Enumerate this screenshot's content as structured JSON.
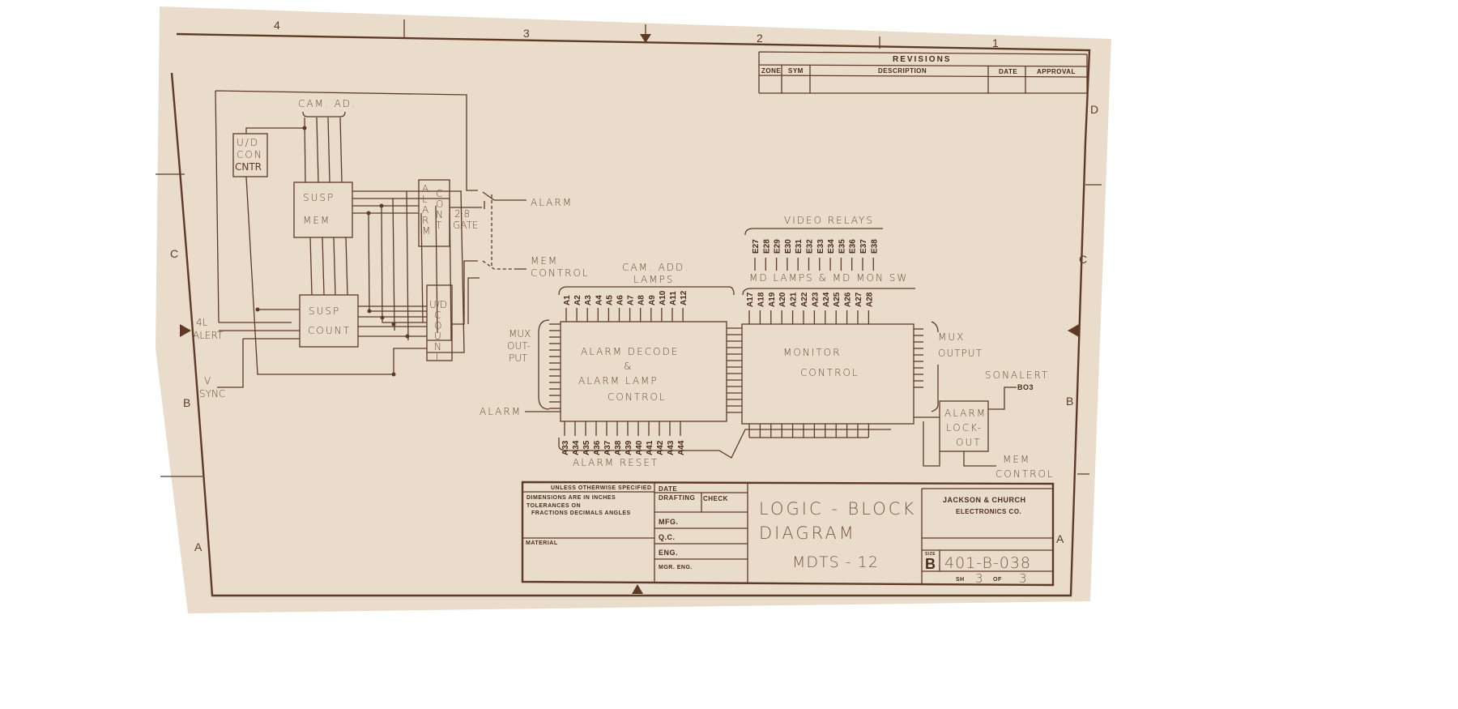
{
  "zones": {
    "top": [
      "4",
      "3",
      "2",
      "1"
    ],
    "left": [
      "C",
      "B",
      "A"
    ],
    "right": [
      "D",
      "C",
      "B",
      "A"
    ]
  },
  "revisions": {
    "title": "REVISIONS",
    "columns": [
      "ZONE",
      "SYM",
      "DESCRIPTION",
      "DATE",
      "APPROVAL"
    ]
  },
  "blocks": {
    "cam_ad": "CAM. AD.",
    "ud_con_cntr": [
      "U/D",
      "CON",
      "CNTR"
    ],
    "susp_mem": [
      "SUSP",
      "MEM"
    ],
    "alarm_cont": {
      "left": [
        "A",
        "L",
        "A",
        "R",
        "M"
      ],
      "right": [
        "C",
        "O",
        "N",
        "T"
      ]
    },
    "gate": [
      "2·8",
      "GATE"
    ],
    "susp_count": [
      "SUSP",
      "COUNT"
    ],
    "ud_count": [
      "U/D",
      "C",
      "O",
      "U",
      "N",
      "T"
    ],
    "alarm_out": "ALARM",
    "mem_control": [
      "MEM",
      "CONTROL"
    ],
    "alert_in": [
      "4L",
      "ALERT"
    ],
    "vsync_in": [
      "V",
      "SYNC"
    ],
    "cam_add_lamps": [
      "CAM. ADD.",
      "LAMPS"
    ],
    "video_relays": "VIDEO RELAYS",
    "md_lamps": "MD  LAMPS & MD MON SW",
    "mux_output_left": [
      "MUX",
      "OUT-",
      "PUT"
    ],
    "mux_output_right": [
      "MUX",
      "OUTPUT"
    ],
    "alarm_decode": [
      "ALARM  DECODE",
      "&",
      "ALARM  LAMP",
      "CONTROL"
    ],
    "monitor_control": [
      "MONITOR",
      "CONTROL"
    ],
    "alarm_in": "ALARM",
    "alarm_reset": "ALARM   RESET",
    "sonalert": [
      "SONALERT",
      "BO3"
    ],
    "alarm_lockout": [
      "ALARM",
      "LOCK-",
      "OUT"
    ],
    "mem_control_out": [
      "MEM",
      "CONTROL"
    ]
  },
  "pins": {
    "cam_add_lamps": [
      "A1",
      "A2",
      "A3",
      "A4",
      "A5",
      "A6",
      "A7",
      "A8",
      "A9",
      "A10",
      "A11",
      "A12"
    ],
    "md_lamps": [
      "A17",
      "A18",
      "A19",
      "A20",
      "A21",
      "A22",
      "A23",
      "A24",
      "A25",
      "A26",
      "A27",
      "A28"
    ],
    "video_relays": [
      "E27",
      "E28",
      "E29",
      "E30",
      "E31",
      "E32",
      "E33",
      "E34",
      "E35",
      "E36",
      "E37",
      "E38"
    ],
    "alarm_reset": [
      "A33",
      "A34",
      "A35",
      "A36",
      "A37",
      "A38",
      "A39",
      "A40",
      "A41",
      "A42",
      "A43",
      "A44"
    ]
  },
  "title_block": {
    "unless": "UNLESS OTHERWISE SPECIFIED",
    "dimensions": "DIMENSIONS ARE IN INCHES",
    "tolerances": "TOLERANCES ON",
    "fractions": "FRACTIONS   DECIMALS   ANGLES",
    "material": "MATERIAL",
    "date": "DATE",
    "drafting": "DRAFTING",
    "check": "CHECK",
    "mfg": "MFG.",
    "qc": "Q.C.",
    "eng": "ENG.",
    "mgr_eng": "MGR. ENG.",
    "title": [
      "LOGIC - BLOCK",
      "DIAGRAM",
      "MDTS - 12"
    ],
    "company": [
      "JACKSON & CHURCH",
      "ELECTRONICS CO."
    ],
    "size_label": "SIZE",
    "size": "B",
    "drawing_no": "401-B-038",
    "sheet_label": "SH",
    "sheet": "3",
    "of_label": "OF",
    "sheets": "3"
  }
}
